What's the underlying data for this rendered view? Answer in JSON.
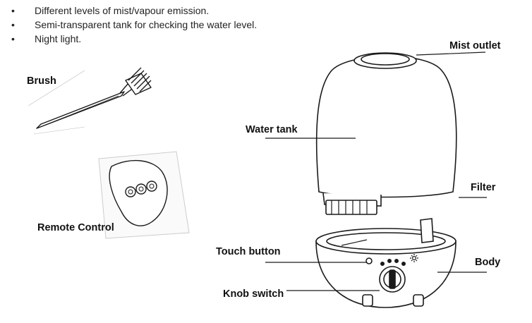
{
  "features": [
    "Different levels of mist/vapour emission.",
    "Semi-transparent tank for checking the water level.",
    "Night light."
  ],
  "bullet_glyph": "•",
  "labels": {
    "brush": "Brush",
    "remote_control": "Remote Control",
    "mist_outlet": "Mist outlet",
    "water_tank": "Water tank",
    "filter": "Filter",
    "touch_button": "Touch button",
    "body": "Body",
    "knob_switch": "Knob switch"
  },
  "colors": {
    "line": "#1a1a1a",
    "fill": "#ffffff",
    "faint": "#999999"
  }
}
